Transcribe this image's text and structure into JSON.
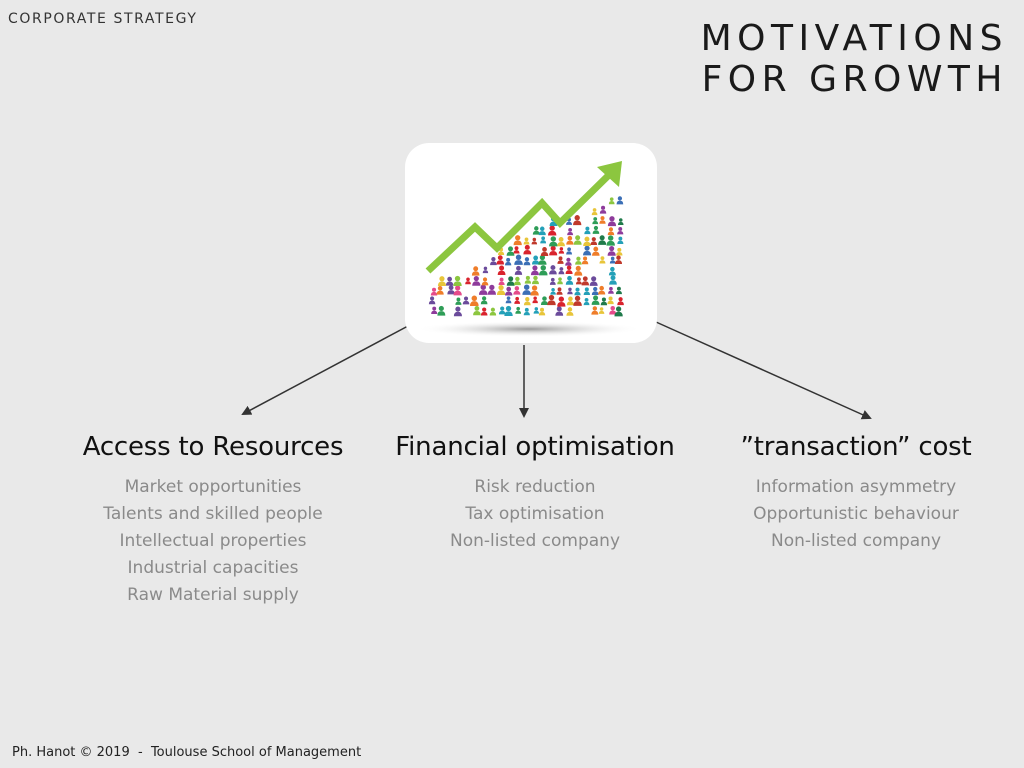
{
  "header": {
    "section": "CORPORATE STRATEGY",
    "title_line1": "MOTIVATIONS",
    "title_line2": "FOR GROWTH"
  },
  "center_image": {
    "icon": "growth-chart-people-icon",
    "arrow_color": "#8cc63f"
  },
  "columns": [
    {
      "heading": "Access to Resources",
      "items": [
        "Market opportunities",
        "Talents and skilled people",
        "Intellectual properties",
        "Industrial capacities",
        "Raw Material supply"
      ]
    },
    {
      "heading": "Financial optimisation",
      "items": [
        "Risk reduction",
        "Tax optimisation",
        "Non-listed company"
      ]
    },
    {
      "heading": "”transaction” cost",
      "items": [
        "Information asymmetry",
        "Opportunistic behaviour",
        "Non-listed company"
      ]
    }
  ],
  "footer": {
    "text": "Ph. Hanot © 2019  -  Toulouse School of Management"
  }
}
